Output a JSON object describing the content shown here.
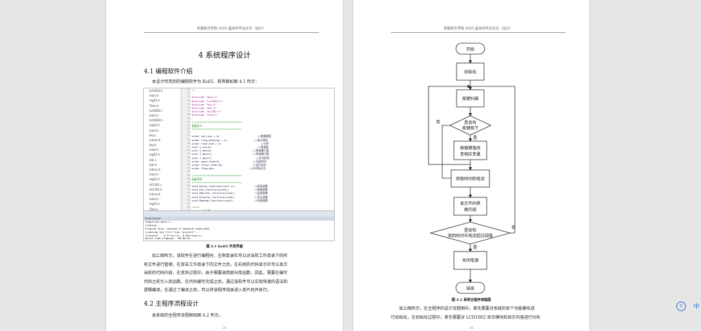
{
  "left_page": {
    "header": "安徽新华学院 2023 届本科毕业论文（设计）",
    "chapter_title": "4  系统程序设计",
    "section_4_1": "4.1 编程软件介绍",
    "intro_para": "本设计所用到的编程软件为 Keil5，其界面如图 4.1 所示：",
    "figure_caption": "图 4.1 Keil5 开发界面",
    "body_para_lines": [
      "如上图所示，该软件在进行编程时，左侧目录栏可以对当前工作目录下的所",
      "有文件进行管理，在双击工作目录下的文件之后，在右侧的代码显示栏可以显示",
      "当前的代码内容，在变异过程中，由于需要调用部分库函数，因此，需要在编写",
      "代码之前引入库函数，在代码编写完成之后，通过该软件可以实现快速的语法和",
      "逻辑编译，在通过了编译之后，可以将该程序烧录进入单片机并执行。"
    ],
    "section_4_2": "4.2 主程序流程设计",
    "flow_para": "本系统的主程序流程图如图 4.2 所示。",
    "page_number": "25",
    "keil": {
      "tree_items": [
        "lcd1602.h",
        "main.h",
        "reg52.h",
        "Time.h",
        "lcd1602.c",
        "main.h",
        "lcd1602.h",
        "reg52.h",
        "main.h",
        "key.c",
        "intrins.h",
        "key.h",
        "main.h",
        "reg52.h",
        "adc.c",
        "adc.h",
        "intrins.h",
        "main.h",
        "reg52.h",
        "ds1302.c",
        "ds1302.h",
        "intrins.h",
        "main.h",
        "reg52.h",
        "Time.c",
        "intrins.h",
        "main.h"
      ],
      "line_numbers": [
        "11",
        "12",
        "13",
        "14",
        "15",
        "16",
        "17",
        "18",
        "19",
        "20",
        "21",
        "22",
        "23",
        "24",
        "25",
        "26",
        "27",
        "28",
        "29",
        "30",
        "31",
        "32",
        "33",
        "34",
        "35",
        "36",
        "37",
        "38",
        "39",
        "40",
        "41",
        "42",
        "43",
        "44",
        "45"
      ],
      "code_lines": [
        {
          "t": "/*",
          "c": "cm"
        },
        {
          "t": "",
          "c": "kw"
        },
        {
          "t": "#include \"main.h\"",
          "c": "inc"
        },
        {
          "t": "#include \"lcd1602.h\"",
          "c": "inc"
        },
        {
          "t": "#include \"key.h\"",
          "c": "inc"
        },
        {
          "t": "#include \"adc.h\"",
          "c": "inc"
        },
        {
          "t": "#include \"ds1302.h\"",
          "c": "inc"
        },
        {
          "t": "#include \"Time.h\"",
          "c": "inc"
        },
        {
          "t": "",
          "c": "kw"
        },
        {
          "t": "/*******************************",
          "c": "cm"
        },
        {
          "t": "变量定义",
          "c": "cm"
        },
        {
          "t": "*******************************/",
          "c": "cm"
        },
        {
          "t": "",
          "c": "kw"
        },
        {
          "t": "uchar key_num = 0;                        //按键键值",
          "c": "kw"
        },
        {
          "t": "uchar flag_display = 0;                 //显示界面",
          "c": "kw"
        },
        {
          "t": "uchar time_num = 0;                         //计时",
          "c": "kw"
        },
        {
          "t": "uint I_value;                             //电流值",
          "c": "kw"
        },
        {
          "t": "uint I_max=0;                          //电流最大值",
          "c": "kw"
        },
        {
          "t": "uint I_max=2;                          //电流最小值",
          "c": "kw"
        },
        {
          "t": "uint T_max=2;                            //开关时间",
          "c": "kw"
        },
        {
          "t": "uchar open_time=0;                     //关闭时间",
          "c": "kw"
        },
        {
          "t": "uchar close_time=10;                   //运行标志",
          "c": "kw"
        },
        {
          "t": "uchar flag_abc;                      //计时标志位",
          "c": "kw"
        },
        {
          "t": "",
          "c": "kw"
        },
        {
          "t": "/*******************************",
          "c": "cm"
        },
        {
          "t": "函数声明",
          "c": "cm"
        },
        {
          "t": "*******************************/",
          "c": "cm"
        },
        {
          "t": "void Delay_function(uint x);            //延时函数",
          "c": "kw"
        },
        {
          "t": "void Key_function(void);                //按键函数",
          "c": "kw"
        },
        {
          "t": "void Monitor_function(void);            //监测函数",
          "c": "kw"
        },
        {
          "t": "void Display_function(void);            //显示函数",
          "c": "kw"
        },
        {
          "t": "void Manage_function(void);             //处理函数",
          "c": "kw"
        },
        {
          "t": "",
          "c": "kw"
        },
        {
          "t": "/****",
          "c": "cm"
        },
        {
          "t": "****** 主函数",
          "c": "cm"
        }
      ],
      "output_header": "Build Output",
      "output_lines": [
        "compiling main.c...",
        "linking...",
        "Program Size: data=67.0 xdata=0 code=4448",
        "creating hex file from \"project\"...",
        "\"project\" - 0 Error(s), 0 Warning(s).",
        "Build Time Elapsed:  00:00:01"
      ]
    }
  },
  "right_page": {
    "header": "安徽新华学院 2023 届本科毕业论文（设计）",
    "flowchart": {
      "start": "开始",
      "init": "初始化",
      "scan": "按键扫描",
      "decision_key_line1": "是否有",
      "decision_key_line2": "按键按下",
      "no_label_1": "否",
      "yes_label_1": "是",
      "modify_line1": "根据键值改",
      "modify_line2": "变相应变量",
      "acquire": "获取时间和电流",
      "display_line1": "显示不同界",
      "display_line2": "面内容",
      "decision_time_line1": "是否检",
      "decision_time_line2": "测到时间与电流超过阈值",
      "no_label_2": "否",
      "yes_label_2": "是",
      "close": "关闭电源",
      "end": "结束"
    },
    "figure_caption": "图 4.2 系统主程序流程图",
    "body_para_lines": [
      "如上图所示，在主程序的设计流程图中，首先需要对系统的各个功能模块进",
      "行初始化，在初始化过程中，首先需要对 LCD1602 显示模块的显示内容进行分析"
    ],
    "page_number": "26"
  },
  "side_widget": {
    "icon": "translate-icon",
    "label": "中"
  }
}
